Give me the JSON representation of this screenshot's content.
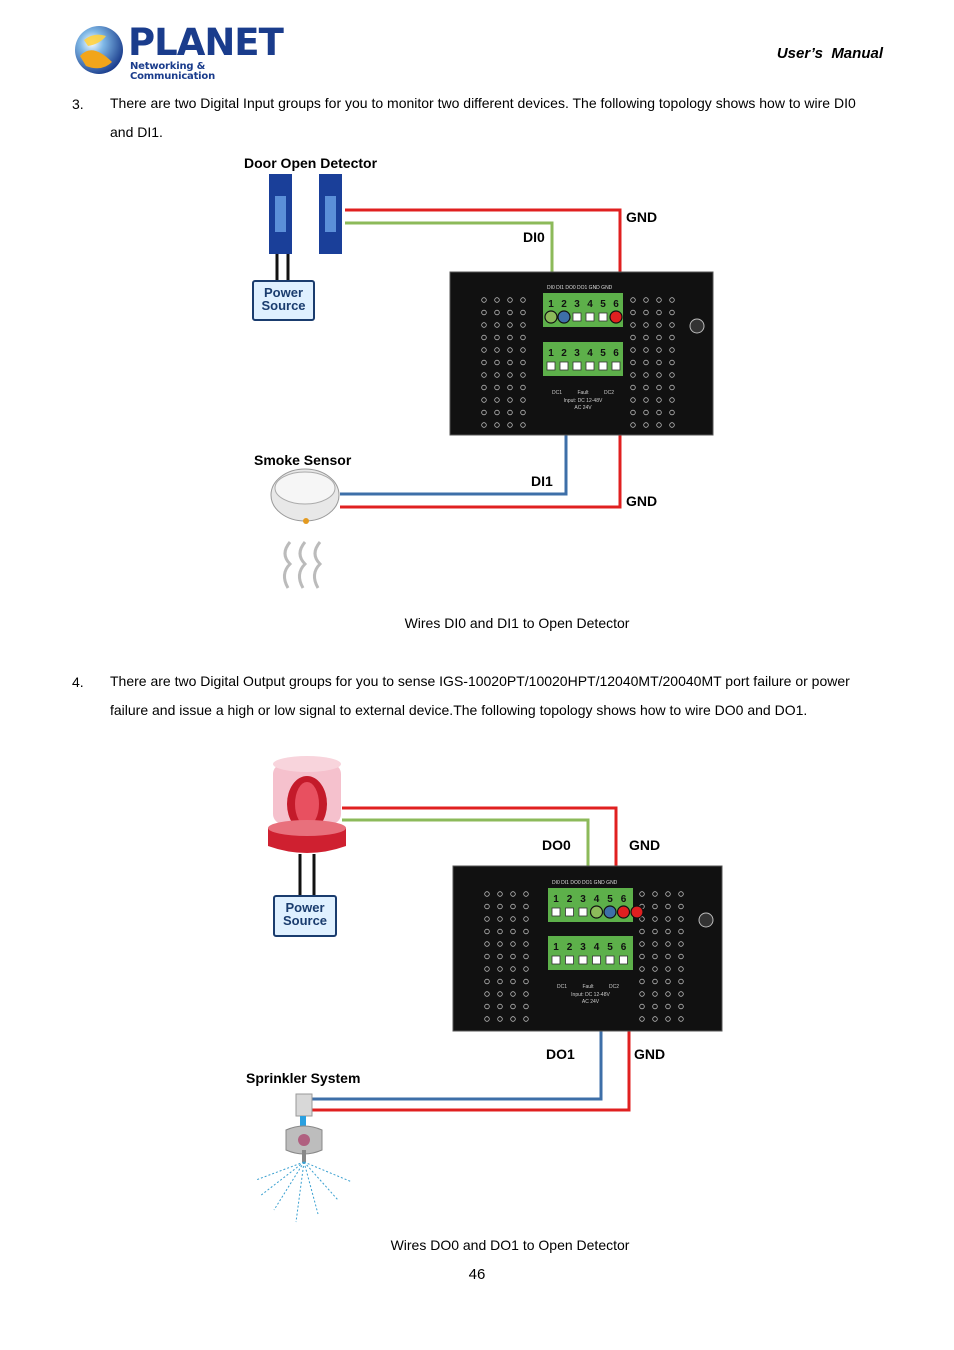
{
  "header": {
    "brand": "PLANET",
    "tagline": "Networking & Communication",
    "manual_label": "User’s  Manual"
  },
  "items": [
    {
      "number": "3.",
      "text_line1": "There are two Digital Input groups for you to monitor two different devices. The following topology shows how to wire DI0",
      "text_line2": "and DI1.",
      "figure": {
        "device_top_label": "Door Open Detector",
        "power_label_line1": "Power",
        "power_label_line2": "Source",
        "device_bottom_label": "Smoke Sensor",
        "wire_top_signal": "DI0",
        "wire_top_gnd": "GND",
        "wire_bottom_signal": "DI1",
        "wire_bottom_gnd": "GND",
        "caption": "Wires DI0 and DI1 to Open Detector"
      }
    },
    {
      "number": "4.",
      "text_line1": "There are two Digital Output groups for you to sense IGS-10020PT/10020HPT/12040MT/20040MT port failure or power",
      "text_line2": "failure and issue a high or low signal to external device.The following topology shows how to wire DO0 and DO1.",
      "figure": {
        "power_label_line1": "Power",
        "power_label_line2": "Source",
        "device_bottom_label": "Sprinkler System",
        "wire_top_signal": "DO0",
        "wire_top_gnd": "GND",
        "wire_bottom_signal": "DO1",
        "wire_bottom_gnd": "GND",
        "caption": "Wires DO0 and DO1 to Open Detector"
      }
    }
  ],
  "terminal": {
    "pins": [
      "1",
      "2",
      "3",
      "4",
      "5",
      "6"
    ],
    "header_text": "DI0 DI1 DO0 DO1 GND GND",
    "footer_labels": [
      "DC1",
      "Fault",
      "DC2"
    ],
    "input_text": "Input: DC 12-48V",
    "ac_text": "AC 24V"
  },
  "colors": {
    "green_wire": "#8cba5a",
    "red_wire": "#e02020",
    "blue_wire": "#3e6fa8",
    "terminal_green": "#5db04a",
    "panel_black": "#111111",
    "brand_blue": "#1a3c8c"
  },
  "footer": {
    "page_number": "46"
  }
}
